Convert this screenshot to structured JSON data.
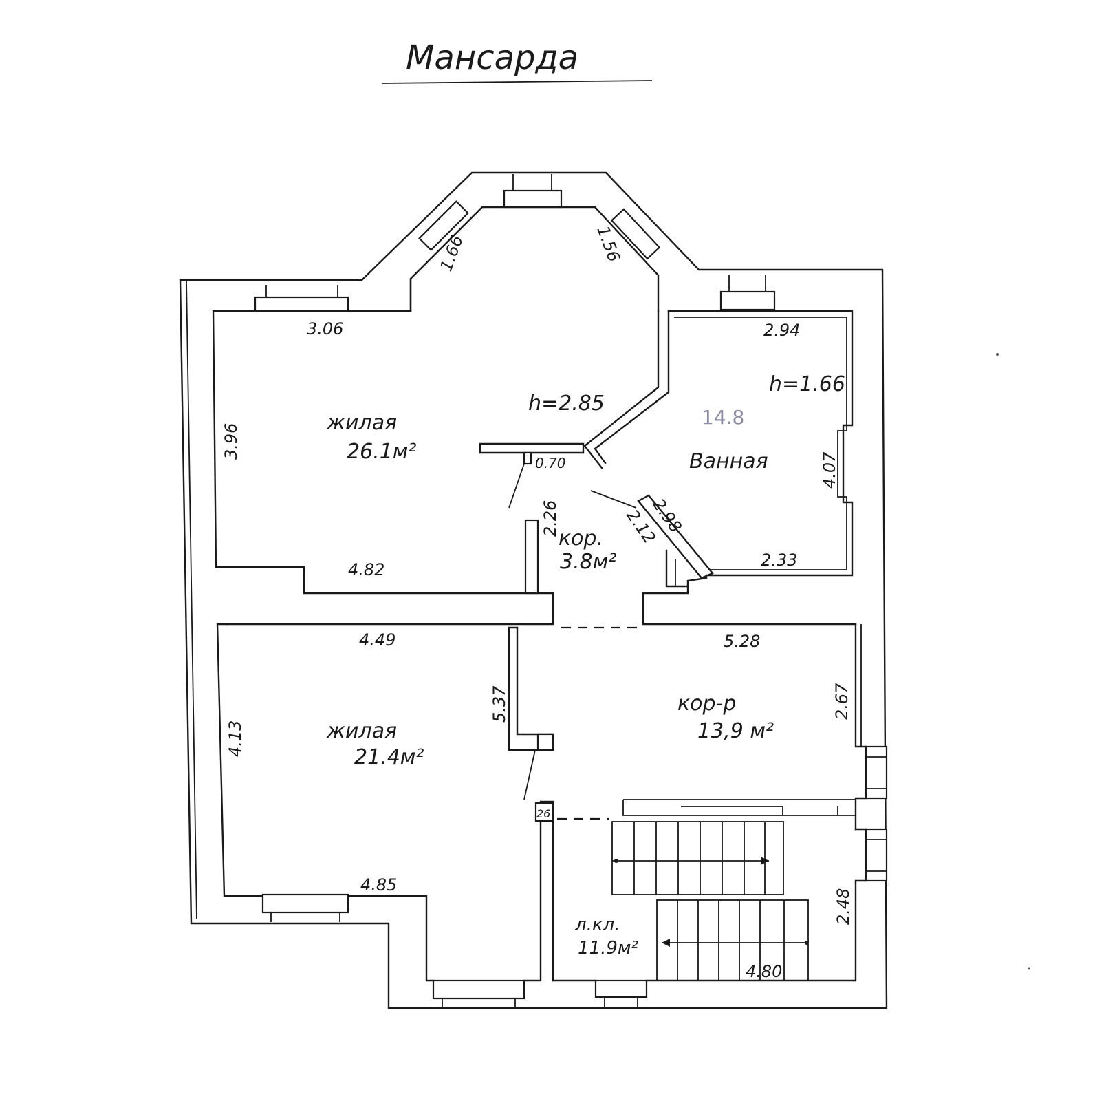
{
  "title": "Мансарда",
  "rooms": {
    "living_top": {
      "name": "жилая",
      "area": "26.1м²"
    },
    "bathroom": {
      "name": "Ванная",
      "pencil_note": "14.8"
    },
    "corridor_small": {
      "name": "кор.",
      "area": "3.8м²"
    },
    "living_bottom": {
      "name": "жилая",
      "area": "21.4м²"
    },
    "corridor_large": {
      "name": "кор-р",
      "area": "13,9 м²"
    },
    "stairwell": {
      "name": "л.кл.",
      "area": "11.9м²"
    }
  },
  "heights": {
    "living_top": "h=2.85",
    "bathroom": "h=1.66"
  },
  "dimensions": {
    "bay_left": "1.66",
    "bay_right": "1.56",
    "living_top_top": "3.06",
    "living_top_left": "3.96",
    "living_top_bottom": "4.82",
    "bath_top": "2.94",
    "bath_right": "4.07",
    "bath_bottom": "2.33",
    "bath_diag": "2.98",
    "corr_diag": "2.12",
    "door_gap": "0.70",
    "corr_height": "2.26",
    "living_bottom_top": "4.49",
    "living_bottom_left": "4.13",
    "living_bottom_right": "5.37",
    "living_bottom_bottom": "4.85",
    "corr_large_top": "5.28",
    "corr_large_right": "2.67",
    "stair_small": "26",
    "stair_right": "2.48",
    "stair_bottom": "4.80"
  }
}
